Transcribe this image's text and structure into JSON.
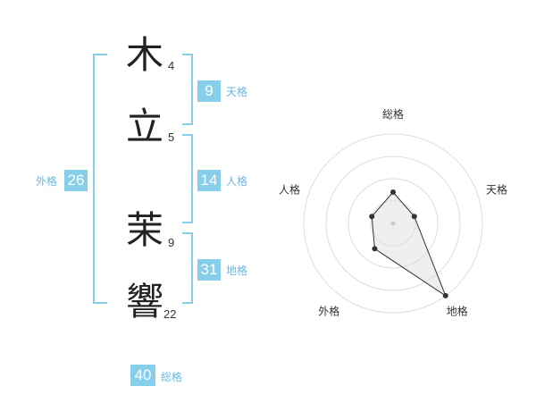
{
  "name_chars": [
    {
      "char": "木",
      "strokes": "4"
    },
    {
      "char": "立",
      "strokes": "5"
    },
    {
      "char": "茉",
      "strokes": "9"
    },
    {
      "char": "響",
      "strokes": "22"
    }
  ],
  "fortunes": {
    "tenkaku": {
      "value": "9",
      "label": "天格"
    },
    "jinkaku": {
      "value": "14",
      "label": "人格"
    },
    "chikaku": {
      "value": "31",
      "label": "地格"
    },
    "gaikaku": {
      "value": "26",
      "label": "外格"
    },
    "soukaku": {
      "value": "40",
      "label": "総格"
    }
  },
  "colors": {
    "accent": "#87ceeb",
    "label": "#6ab7e0"
  },
  "chart_data": {
    "type": "radar",
    "axes": [
      "総格",
      "天格",
      "地格",
      "外格",
      "人格"
    ],
    "values": [
      0.35,
      0.25,
      1.0,
      0.35,
      0.25
    ],
    "rings": 4
  }
}
